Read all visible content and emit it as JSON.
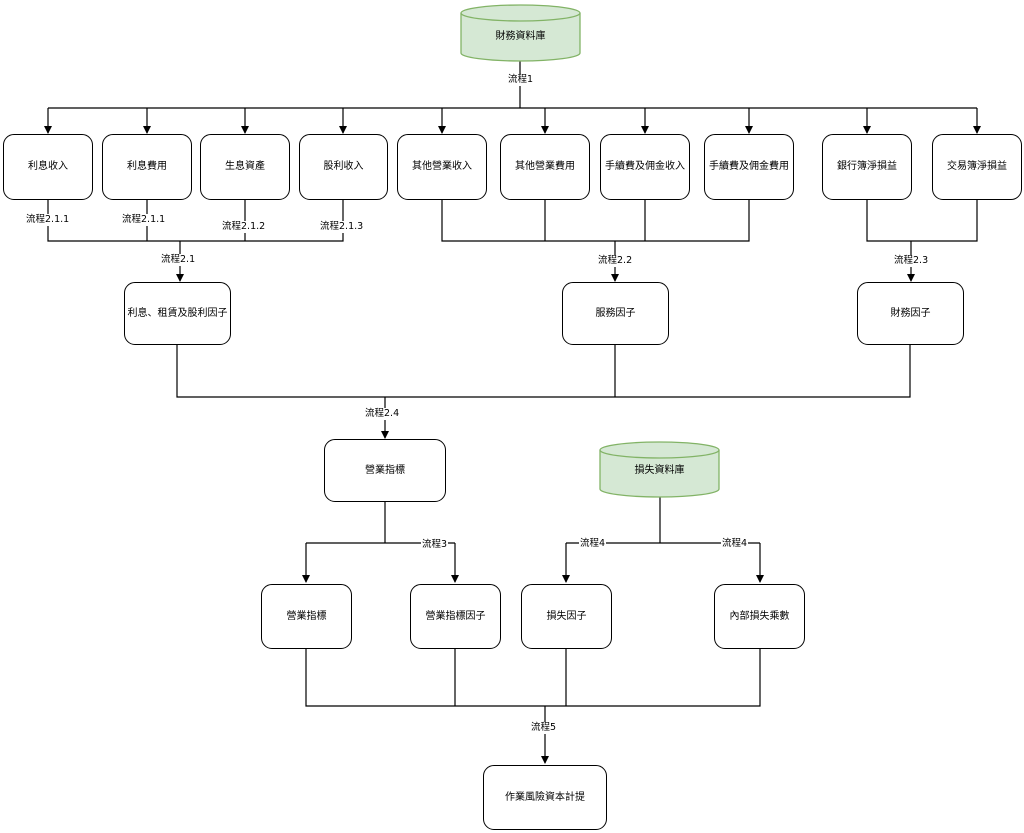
{
  "databases": {
    "finance": "財務資料庫",
    "loss": "損失資料庫"
  },
  "nodes": {
    "interest_income": "利息收入",
    "interest_expense": "利息費用",
    "productive_assets": "生息資產",
    "dividend_income": "股利收入",
    "other_op_income": "其他營業收入",
    "other_op_expense": "其他營業費用",
    "fee_income": "手續費及佣金收入",
    "fee_expense": "手續費及佣金費用",
    "banking_book_pl": "銀行簿淨損益",
    "trading_book_pl": "交易簿淨損益",
    "ild_factor": "利息、租賃及股利因子",
    "services_factor": "服務因子",
    "financial_factor": "財務因子",
    "business_indicator": "營業指標",
    "bi": "營業指標",
    "bic": "營業指標因子",
    "loss_component": "損失因子",
    "ilm": "內部損失乘數",
    "op_risk_capital": "作業風險資本計提"
  },
  "labels": {
    "flow1": "流程1",
    "flow211a": "流程2.1.1",
    "flow211b": "流程2.1.1",
    "flow212": "流程2.1.2",
    "flow213": "流程2.1.3",
    "flow21": "流程2.1",
    "flow22": "流程2.2",
    "flow23": "流程2.3",
    "flow24": "流程2.4",
    "flow3": "流程3",
    "flow4a": "流程4",
    "flow4b": "流程4",
    "flow5": "流程5"
  },
  "colors": {
    "database_fill": "#d5e8d4",
    "database_stroke": "#82b366",
    "line": "#000000"
  }
}
